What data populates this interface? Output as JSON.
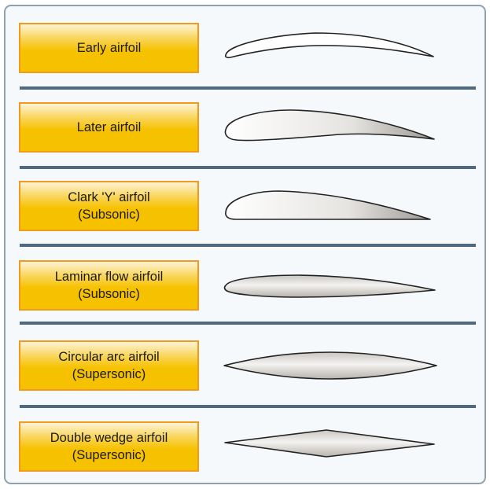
{
  "airfoils": [
    {
      "label": "Early airfoil",
      "shape": "early"
    },
    {
      "label": "Later airfoil",
      "shape": "later"
    },
    {
      "label": "Clark 'Y' airfoil\n(Subsonic)",
      "shape": "clark-y"
    },
    {
      "label": "Laminar flow airfoil\n(Subsonic)",
      "shape": "laminar"
    },
    {
      "label": "Circular arc airfoil\n(Supersonic)",
      "shape": "circular-arc"
    },
    {
      "label": "Double wedge airfoil\n(Supersonic)",
      "shape": "double-wedge"
    }
  ],
  "colors": {
    "label_fill": "#f6c200",
    "label_border": "#f29a1c",
    "divider": "#4f6a80",
    "panel": "#f5f9fc"
  }
}
